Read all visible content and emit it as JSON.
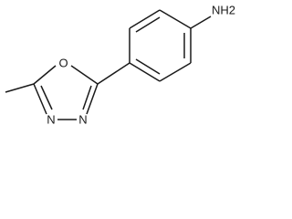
{
  "molecule": {
    "atoms": {
      "oxygen": "O",
      "nitrogen_1": "N",
      "nitrogen_2": "N",
      "amine": "NH2"
    }
  },
  "colors": {
    "bond": "#1a1a1a",
    "background": "#ffffff"
  }
}
